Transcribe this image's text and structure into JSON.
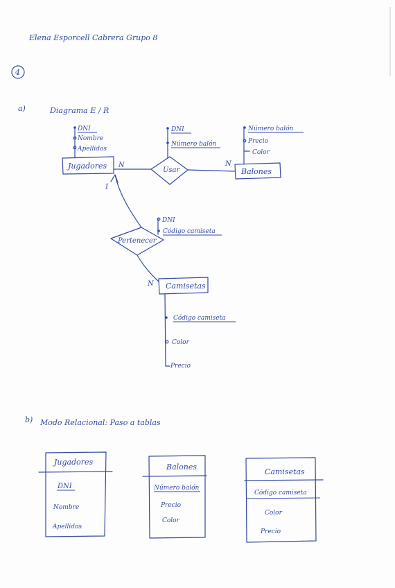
{
  "header": {
    "author_line": "Elena Esporcell Cabrera   Grupo 8",
    "exercise_number": "4"
  },
  "section_a": {
    "label": "a)",
    "title": "Diagrama  E / R",
    "entities": {
      "jugadores": {
        "name": "Jugadores",
        "attributes": [
          "DNI",
          "Nombre",
          "Apellidos"
        ]
      },
      "balones": {
        "name": "Balones",
        "attributes": [
          "Número balón",
          "Precio",
          "Color"
        ]
      },
      "camisetas": {
        "name": "Camisetas",
        "attributes": [
          "Código camiseta",
          "Color",
          "Precio"
        ]
      }
    },
    "relations": {
      "usar": {
        "name": "Usar",
        "attributes": [
          "DNI",
          "Número balón"
        ]
      },
      "pertenecer": {
        "name": "Pertenecer",
        "attributes": [
          "DNI",
          "Código camiseta"
        ]
      }
    },
    "cardinalities": {
      "jug_usar": "N",
      "usar_bal": "N",
      "jug_pert": "1",
      "pert_cam": "N"
    }
  },
  "section_b": {
    "label": "b)",
    "title": "Modo Relacional:  Paso a tablas",
    "tables": [
      {
        "name": "Jugadores",
        "key": "DNI",
        "fields": [
          "Nombre",
          "Apellidos"
        ]
      },
      {
        "name": "Balones",
        "key": "Número balón",
        "fields": [
          "Precio",
          "Color"
        ]
      },
      {
        "name": "Camisetas",
        "key": "Código camiseta",
        "fields": [
          "Color",
          "Precio"
        ]
      }
    ]
  }
}
